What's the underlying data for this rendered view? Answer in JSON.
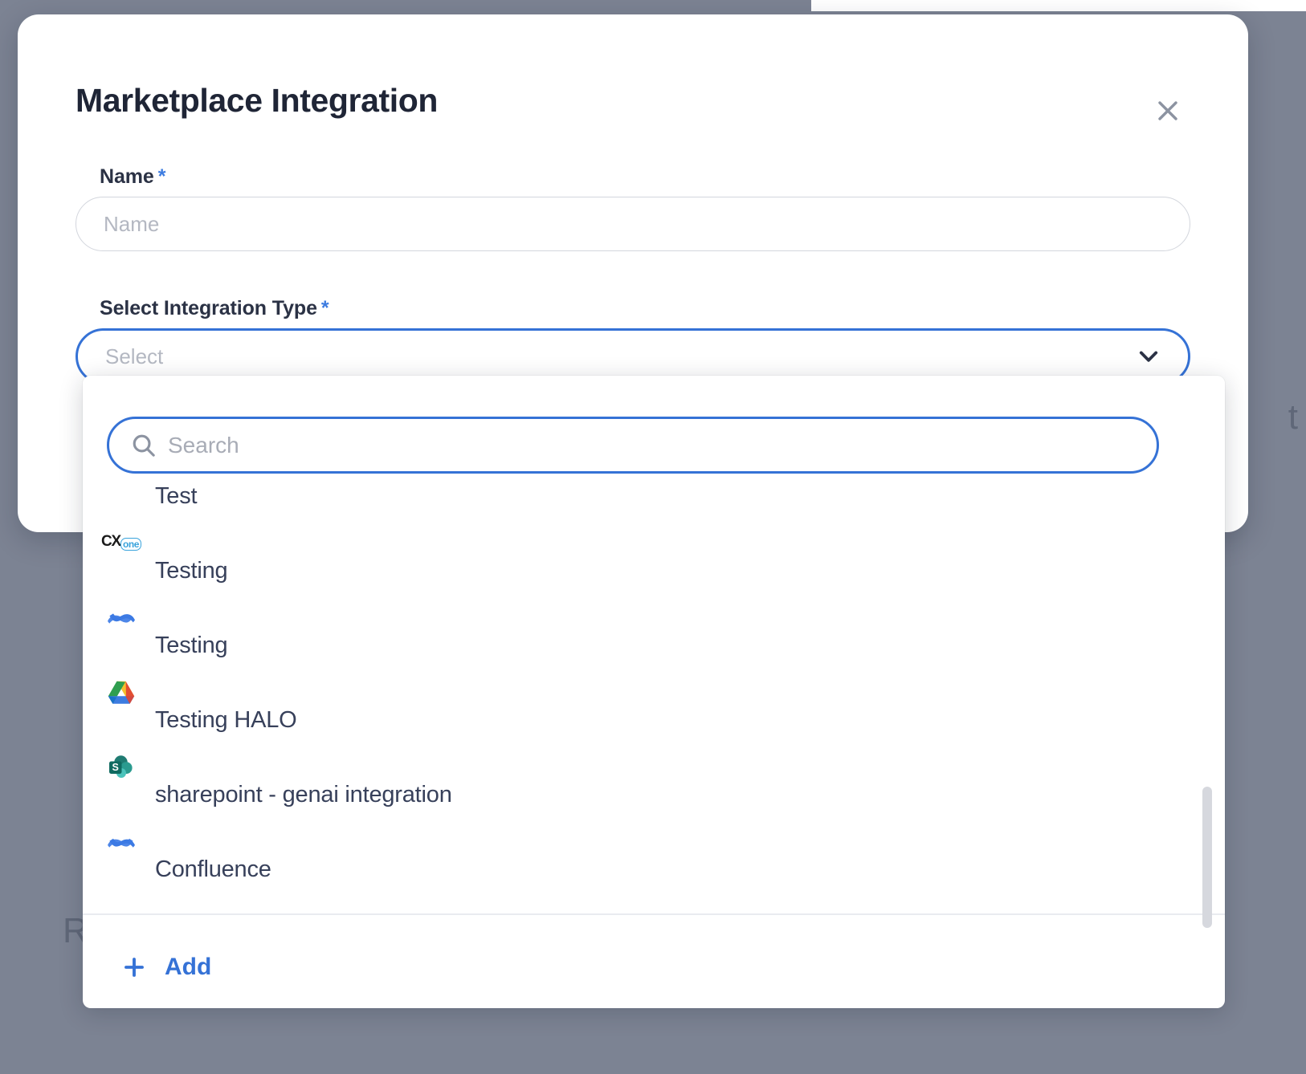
{
  "background": {
    "overlay_color": "#7c8393",
    "ghost_text_right": "t",
    "ghost_text_left": "R"
  },
  "modal": {
    "title": "Marketplace Integration",
    "close_icon": "close-icon",
    "fields": {
      "name": {
        "label": "Name",
        "required_marker": "*",
        "value": "",
        "placeholder": "Name"
      },
      "integration_type": {
        "label": "Select Integration Type",
        "required_marker": "*",
        "selected_value": "Select",
        "chevron_icon": "chevron-down-icon",
        "focus_color": "#3572d6"
      }
    }
  },
  "dropdown": {
    "search": {
      "placeholder": "Search",
      "value": "",
      "icon": "search-icon",
      "border_color": "#3572d6"
    },
    "options": [
      {
        "label": "Test",
        "icon": "none"
      },
      {
        "label": "Testing",
        "icon": "cxone-icon"
      },
      {
        "label": "Testing",
        "icon": "confluence-icon"
      },
      {
        "label": "Testing HALO",
        "icon": "google-drive-icon"
      },
      {
        "label": "sharepoint - genai integration",
        "icon": "sharepoint-icon"
      },
      {
        "label": "Confluence",
        "icon": "confluence-icon"
      }
    ],
    "footer": {
      "add_label": "Add",
      "add_icon": "plus-icon",
      "add_color": "#3572d6"
    },
    "scrollbar": {
      "thumb_color": "#d6d8de"
    }
  }
}
